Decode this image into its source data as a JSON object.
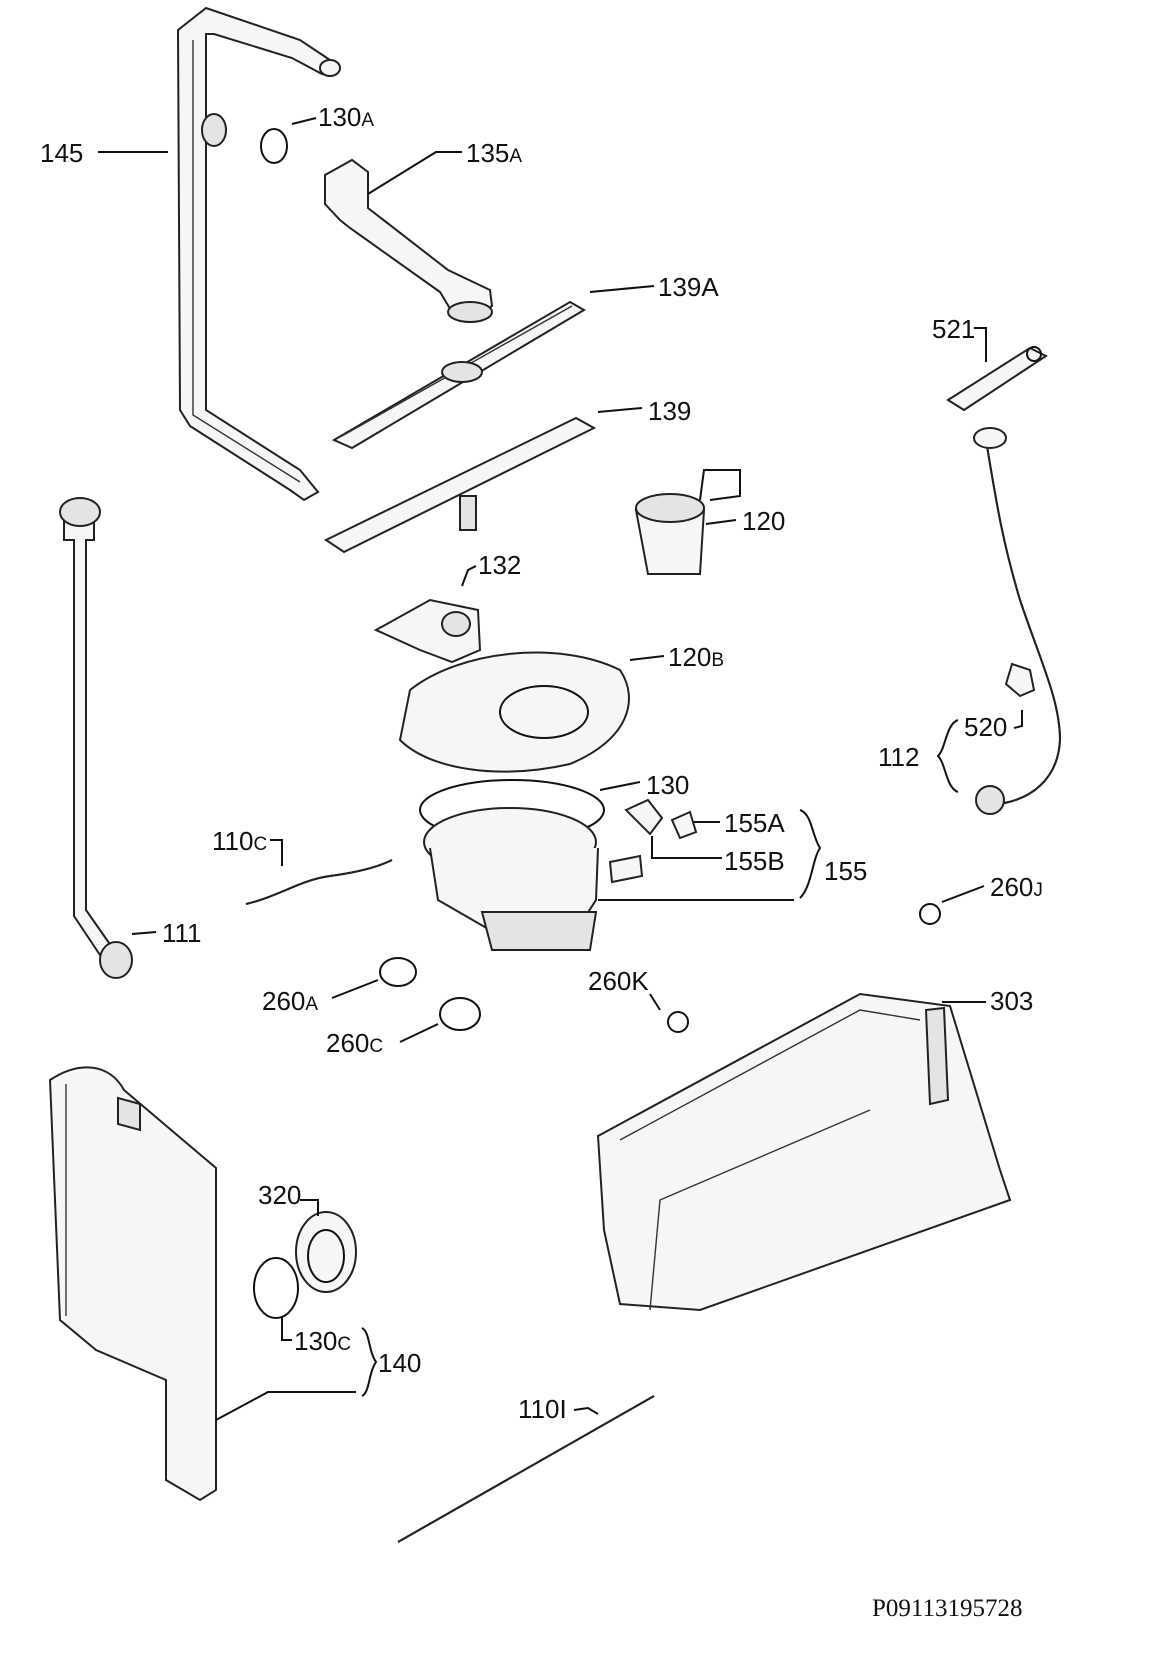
{
  "drawing_code": "P09113195728",
  "labels": {
    "l145": "145",
    "l130a": {
      "main": "130",
      "suffix": "A"
    },
    "l135a": {
      "main": "135",
      "suffix": "A"
    },
    "l139a": "139A",
    "l139": "139",
    "l521": "521",
    "l120": "120",
    "l132": "132",
    "l120b": {
      "main": "120",
      "suffix": "B"
    },
    "l520": "520",
    "l112": "112",
    "l130": "130",
    "l155a": "155A",
    "l155b": "155B",
    "l155": "155",
    "l110c": {
      "main": "110",
      "suffix": "C"
    },
    "l111": "111",
    "l260j": {
      "main": "260",
      "suffix": "J"
    },
    "l260a": {
      "main": "260",
      "suffix": "A"
    },
    "l260k": "260K",
    "l260c": {
      "main": "260",
      "suffix": "C"
    },
    "l303": "303",
    "l320": "320",
    "l130c": {
      "main": "130",
      "suffix": "C"
    },
    "l140": "140",
    "l110i": "110I"
  }
}
